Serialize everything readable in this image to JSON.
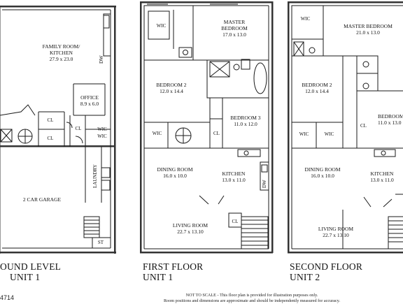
{
  "floors": {
    "ground": {
      "title_line1": "OUND LEVEL",
      "title_line2": "UNIT 1",
      "rooms": {
        "family_name": "FAMILY ROOM/",
        "family_name2": "KITCHEN",
        "family_dim": "27.9 x 23.0",
        "office_name": "OFFICE",
        "office_dim": "8.9 x 6.0",
        "cl1": "CL",
        "cl2": "CL",
        "cl3": "CL",
        "wic1": "WIC",
        "wic2": "WIC",
        "laundry": "LAUNDRY",
        "garage": "2 CAR GARAGE",
        "st": "ST",
        "dw": "DW"
      }
    },
    "first": {
      "title_line1": "FIRST FLOOR",
      "title_line2": "UNIT 1",
      "rooms": {
        "wic_top": "WIC",
        "master_name": "MASTER",
        "master_name2": "BEDROOM",
        "master_dim": "17.0 x 13.0",
        "bed2_name": "BEDROOM 2",
        "bed2_dim": "12.0 x 14.4",
        "bed3_name": "BEDROOM 3",
        "bed3_dim": "11.0 x 12.0",
        "wic_mid": "WIC",
        "cl": "CL",
        "cl2": "CL",
        "dining_name": "DINING ROOM",
        "dining_dim": "16.0 x 10.0",
        "kitchen_name": "KITCHEN",
        "kitchen_dim": "13.0 x 11.0",
        "living_name": "LIVING ROOM",
        "living_dim": "22.7 x 13.10",
        "dw": "DW"
      }
    },
    "second": {
      "title_line1": "SECOND FLOOR",
      "title_line2": "UNIT 2",
      "rooms": {
        "wic_top": "WIC",
        "master_name": "MASTER BEDROOM",
        "master_dim": "21.0 x 13.0",
        "bed2_name": "BEDROOM 2",
        "bed2_dim": "12.0 x 14.4",
        "bed3_name": "BEDROOM",
        "bed3_dim": "11.0 x 13.0",
        "wic_a": "WIC",
        "wic_b": "WIC",
        "cl": "CL",
        "dining_name": "DINING ROOM",
        "dining_dim": "16.0 x 10.0",
        "kitchen_name": "KITCHEN",
        "kitchen_dim": "13.0 x 11.0",
        "living_name": "LIVING ROOM",
        "living_dim": "22.7 x 13.10"
      }
    }
  },
  "footer": {
    "disclaimer_line1": "NOT TO SCALE - This floor plan is provided for illustration purposes only.",
    "disclaimer_line2": "Room positions and dimensions are approximate and should be independently measured for accuracy.",
    "code": "4714"
  }
}
